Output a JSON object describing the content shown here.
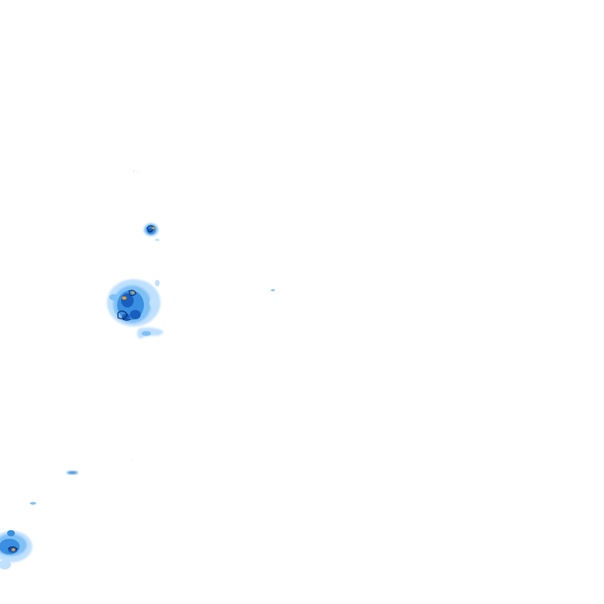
{
  "map": {
    "type": "weather-radar-rain-overlay",
    "background_color": "#ffffff",
    "intensity_colors": {
      "very_light": "#bfe0ff",
      "light": "#7fc0f5",
      "moderate": "#3a8fe0",
      "heavy": "#1a5fc0",
      "very_heavy": "#0a2a6a",
      "intense": "#f0a020"
    },
    "echoes": [
      {
        "name": "northern-cell",
        "intensity": "heavy",
        "has_core": true
      },
      {
        "name": "central-storm",
        "intensity": "heavy",
        "has_core": true
      },
      {
        "name": "central-storm-tail",
        "intensity": "light",
        "has_core": false
      },
      {
        "name": "isolated-speck",
        "intensity": "light",
        "has_core": false
      },
      {
        "name": "western-streak",
        "intensity": "moderate",
        "has_core": false
      },
      {
        "name": "southwest-fragment",
        "intensity": "light",
        "has_core": false
      },
      {
        "name": "southwest-cluster",
        "intensity": "heavy",
        "has_core": true
      }
    ]
  }
}
